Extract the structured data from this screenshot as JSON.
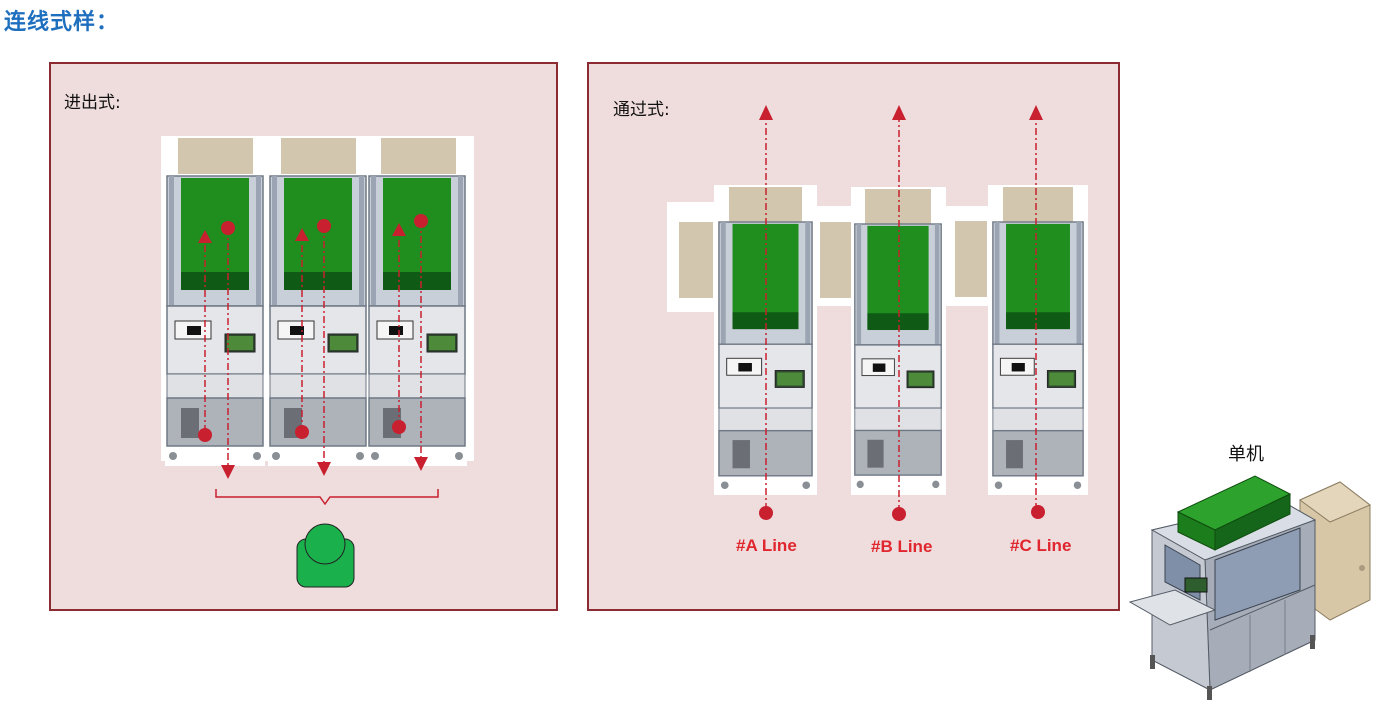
{
  "title": "连线式样：",
  "panels": {
    "in_out": {
      "label": "进出式:"
    },
    "pass_through": {
      "label": "通过式:"
    }
  },
  "lines": [
    "#A Line",
    "#B Line",
    "#C Line"
  ],
  "single": {
    "label": "单机"
  },
  "colors": {
    "title": "#1f6fbf",
    "panel_bg": "#efdcdd",
    "panel_border": "#8c2b32",
    "flow": "#c8202f",
    "operator": "#1ab04c",
    "tray": "#1d8a1d",
    "buffer": "#d2c6ae",
    "frame": "#8a94a3"
  }
}
